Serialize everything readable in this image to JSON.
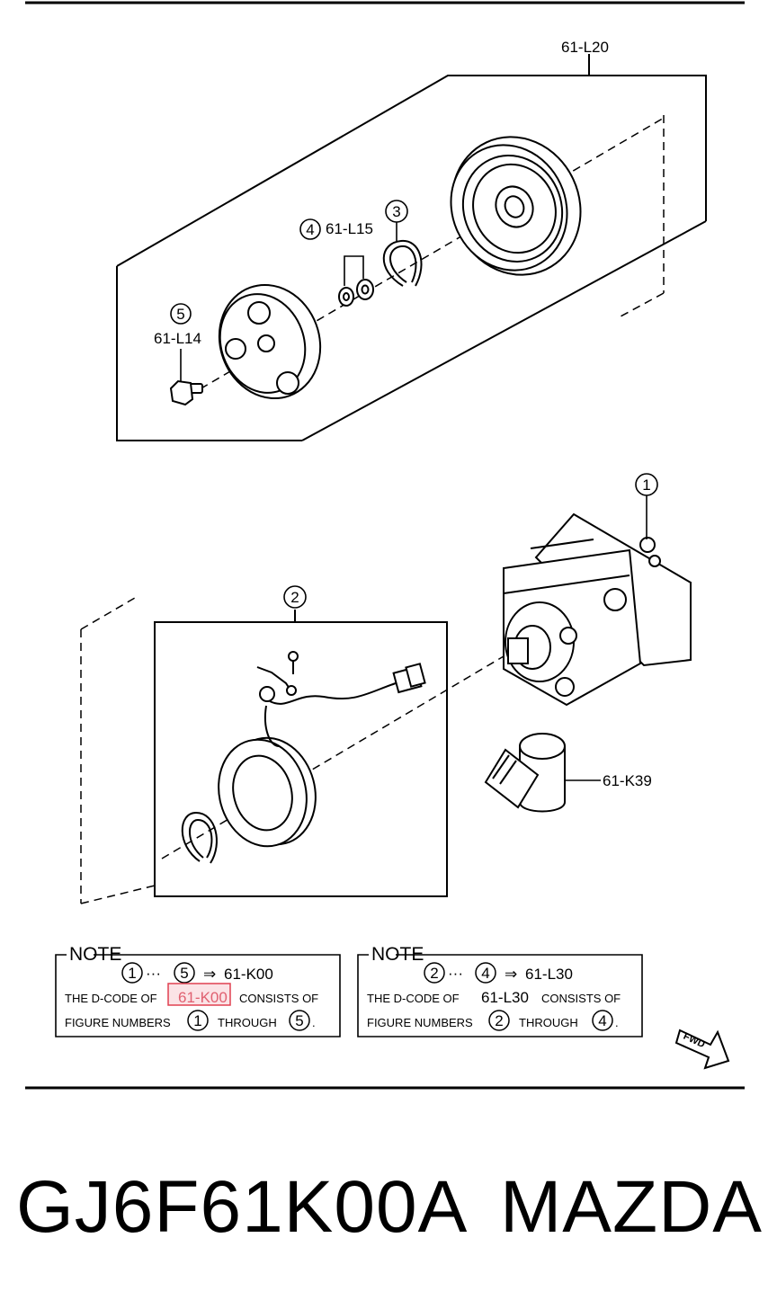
{
  "labels": {
    "assy": "61-L20",
    "washers": "61-L15",
    "bolt": "61-L14",
    "sensor": "61-K39"
  },
  "circles": {
    "c1": "1",
    "c2": "2",
    "c3": "3",
    "c4": "4",
    "c5": "5"
  },
  "notes": [
    {
      "title": "NOTE",
      "from": "1",
      "to": "5",
      "arrow": "⇒",
      "dots": "···",
      "result": "61-K00",
      "line2_prefix": "THE D-CODE OF",
      "line2_code": "61-K00",
      "line2_suffix": "CONSISTS OF",
      "line3_prefix": "FIGURE NUMBERS",
      "line3_mid": "THROUGH",
      "line3_end": "."
    },
    {
      "title": "NOTE",
      "from": "2",
      "to": "4",
      "arrow": "⇒",
      "dots": "···",
      "result": "61-L30",
      "line2_prefix": "THE D-CODE OF",
      "line2_code": "61-L30",
      "line2_suffix": "CONSISTS OF",
      "line3_prefix": "FIGURE NUMBERS",
      "line3_mid": "THROUGH",
      "line3_end": "."
    }
  ],
  "fwd": "FWD",
  "footer": {
    "part_number": "GJ6F61K00A",
    "brand": "MAZDA"
  },
  "colors": {
    "highlight_border": "#e04050",
    "highlight_fill": "#fbe3e6"
  }
}
